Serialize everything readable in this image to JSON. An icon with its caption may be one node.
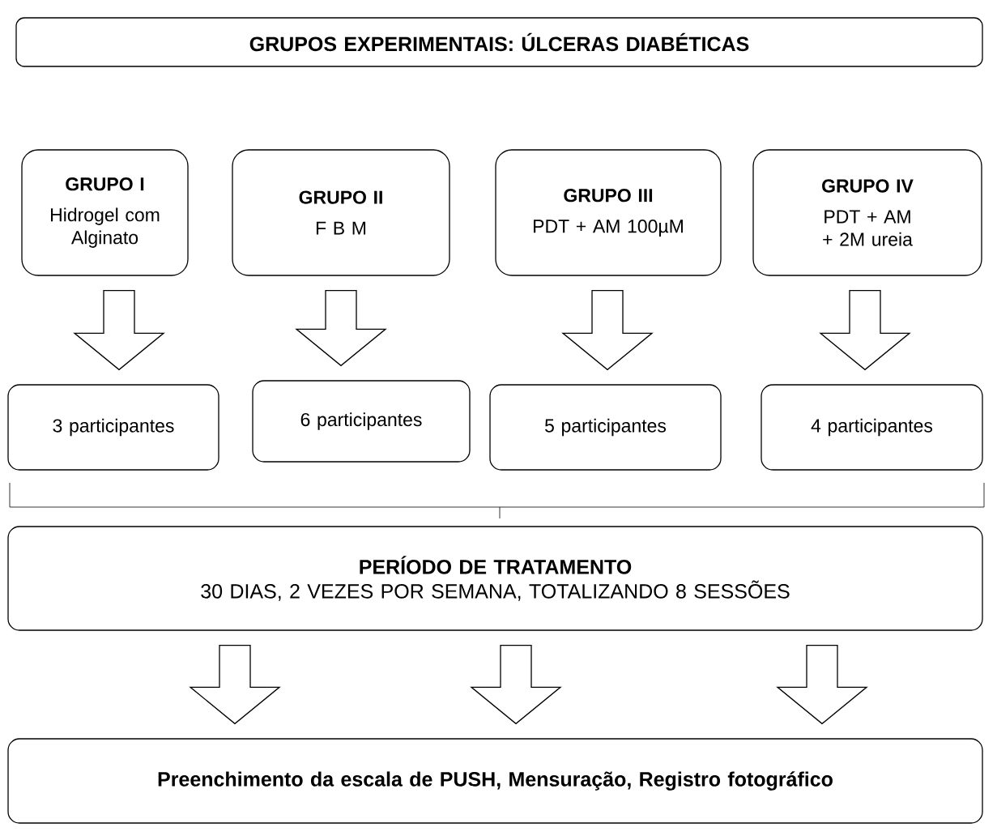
{
  "diagram": {
    "nodes": [
      {
        "text": [
          "GRUPOS EXPERIMENTAIS: ÚLCERAS DIABÉTICAS"
        ]
      },
      {
        "text": [
          "GRUPO I",
          "Hidrogel com Alginato"
        ]
      },
      {
        "text": [
          "GRUPO II",
          "F B M"
        ]
      },
      {
        "text": [
          "GRUPO III",
          "PDT + AM 100µM"
        ]
      },
      {
        "text": [
          "GRUPO IV",
          "PDT + AM + 2M ureia"
        ]
      },
      {
        "text": [
          "3 participantes"
        ]
      },
      {
        "text": [
          "6 participantes"
        ]
      },
      {
        "text": [
          "5 participantes"
        ]
      },
      {
        "text": [
          "4 participantes"
        ]
      },
      {
        "text": [
          "PERÍODO DE TRATAMENTO",
          "30 DIAS, 2 VEZES POR SEMANA, TOTALIZANDO 8 SESSÕES"
        ]
      },
      {
        "text": [
          "Preenchimento da escala de PUSH, Mensuração, Registro fotográfico"
        ]
      }
    ],
    "edges": [
      {
        "from": 1,
        "to": 5,
        "arrow": "to"
      },
      {
        "from": 2,
        "to": 6,
        "arrow": "to"
      },
      {
        "from": 3,
        "to": 7,
        "arrow": "to"
      },
      {
        "from": 4,
        "to": 8,
        "arrow": "to"
      },
      {
        "from": 9,
        "to": 10,
        "arrow": "to"
      },
      {
        "from": 9,
        "to": 10,
        "arrow": "to"
      },
      {
        "from": 9,
        "to": 10,
        "arrow": "to"
      }
    ]
  }
}
